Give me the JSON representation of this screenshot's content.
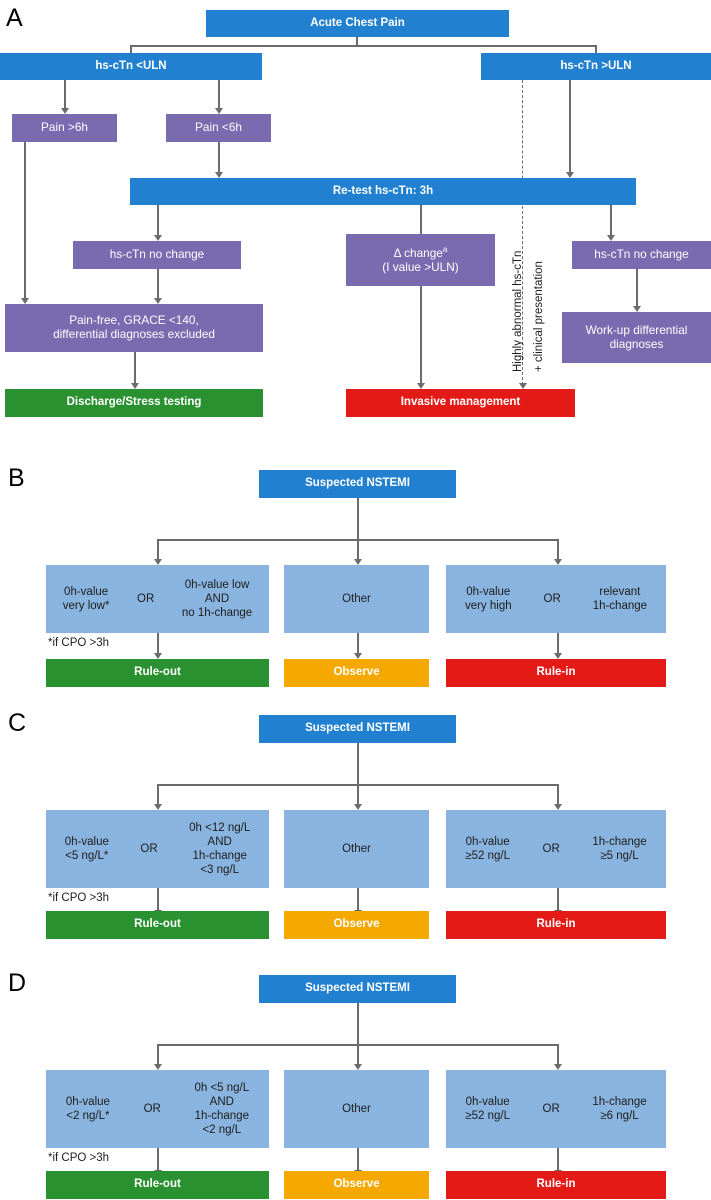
{
  "figure": {
    "title": "Diagnostic algorithms for acute chest pain and NSTEMI rule-out/rule-in",
    "colors": {
      "blue": "#2180cf",
      "light_blue": "#8ab4e0",
      "purple": "#7a6ab0",
      "green": "#2a9130",
      "orange": "#f5a800",
      "red": "#e41a16",
      "arrow": "#6b6b6b",
      "text_dark": "#1d1d1b",
      "text_light": "#ffffff"
    }
  },
  "panelA": {
    "letter": "A",
    "top_box": "Acute Chest Pain",
    "left_branch": "hs-cTn <ULN",
    "right_branch": "hs-cTn >ULN",
    "pain_gt_6h": "Pain >6h",
    "pain_lt_6h": "Pain <6h",
    "retest": "Re-test hs-cTn: 3h",
    "no_change_left": "hs-cTn no change",
    "delta_change_line1": "Δ change",
    "delta_change_sup": "a",
    "delta_change_line2": "(I value >ULN)",
    "no_change_right": "hs-cTn no change",
    "pain_free_line1": "Pain-free, GRACE <140,",
    "pain_free_line2": "differential diagnoses excluded",
    "workup_line1": "Work-up differential",
    "workup_line2": "diagnoses",
    "discharge": "Discharge/Stress testing",
    "invasive": "Invasive management",
    "vertical_label_1": "Highly abnormal hs-cTn",
    "vertical_label_2": "+ clinical presentation"
  },
  "panelB": {
    "letter": "B",
    "top_box": "Suspected NSTEMI",
    "footnote": "*if CPO >3h",
    "branches": [
      {
        "left_line1": "0h-value",
        "left_line2": "very low*",
        "connector": "OR",
        "right_line1": "0h-value low",
        "right_line2": "AND",
        "right_line3": "no 1h-change",
        "outcome": "Rule-out",
        "outcome_color": "green"
      },
      {
        "center": "Other",
        "outcome": "Observe",
        "outcome_color": "orange"
      },
      {
        "left_line1": "0h-value",
        "left_line2": "very high",
        "connector": "OR",
        "right_line1": "relevant",
        "right_line2": "1h-change",
        "outcome": "Rule-in",
        "outcome_color": "red"
      }
    ]
  },
  "panelC": {
    "letter": "C",
    "top_box": "Suspected NSTEMI",
    "footnote": "*if CPO >3h",
    "branches": [
      {
        "left_line1": "0h-value",
        "left_line2": "<5 ng/L*",
        "connector": "OR",
        "right_line1": "0h <12 ng/L",
        "right_line2": "AND",
        "right_line3": "1h-change",
        "right_line4": "<3 ng/L",
        "outcome": "Rule-out",
        "outcome_color": "green"
      },
      {
        "center": "Other",
        "outcome": "Observe",
        "outcome_color": "orange"
      },
      {
        "left_line1": "0h-value",
        "left_line2": "≥52 ng/L",
        "connector": "OR",
        "right_line1": "1h-change",
        "right_line2": "≥5 ng/L",
        "outcome": "Rule-in",
        "outcome_color": "red"
      }
    ]
  },
  "panelD": {
    "letter": "D",
    "top_box": "Suspected NSTEMI",
    "footnote": "*if CPO >3h",
    "branches": [
      {
        "left_line1": "0h-value",
        "left_line2": "<2 ng/L*",
        "connector": "OR",
        "right_line1": "0h <5 ng/L",
        "right_line2": "AND",
        "right_line3": "1h-change",
        "right_line4": "<2 ng/L",
        "outcome": "Rule-out",
        "outcome_color": "green"
      },
      {
        "center": "Other",
        "outcome": "Observe",
        "outcome_color": "orange"
      },
      {
        "left_line1": "0h-value",
        "left_line2": "≥52 ng/L",
        "connector": "OR",
        "right_line1": "1h-change",
        "right_line2": "≥6 ng/L",
        "outcome": "Rule-in",
        "outcome_color": "red"
      }
    ]
  }
}
